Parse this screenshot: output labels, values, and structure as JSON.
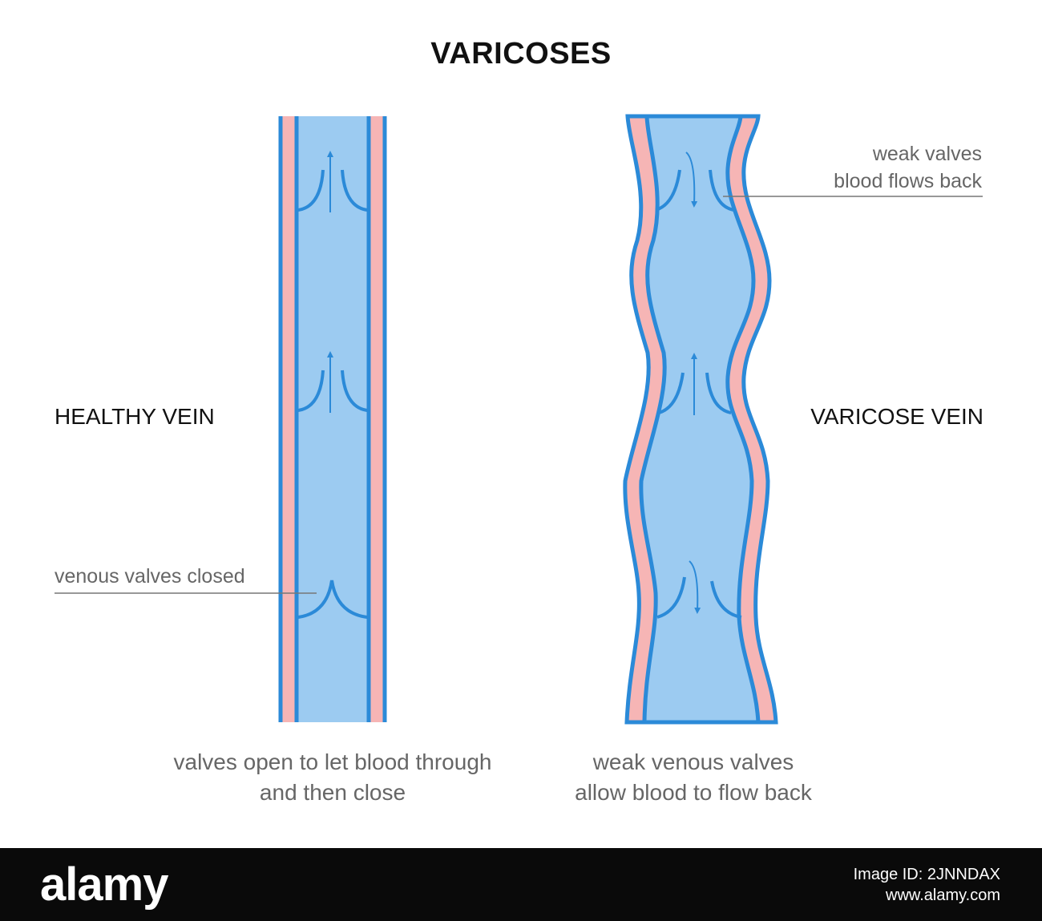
{
  "title": "VARICOSES",
  "healthy": {
    "name": "HEALTHY VEIN",
    "callout": "venous valves closed",
    "caption_line1": "valves open to let blood through",
    "caption_line2": "and then close"
  },
  "varicose": {
    "name": "VARICOSE VEIN",
    "callout_line1": "weak valves",
    "callout_line2": "blood flows back",
    "caption_line1": "weak venous valves",
    "caption_line2": "allow blood to flow back"
  },
  "watermark": {
    "logo": "alamy",
    "line1": "Image ID: 2JNNDAX",
    "line2": "www.alamy.com"
  },
  "colors": {
    "vein_fill": "#9ccbf1",
    "vein_stroke": "#2b8ad8",
    "wall_pink": "#f6b5b5",
    "callout_line": "#777777",
    "footer_bg": "#0a0a0a"
  }
}
